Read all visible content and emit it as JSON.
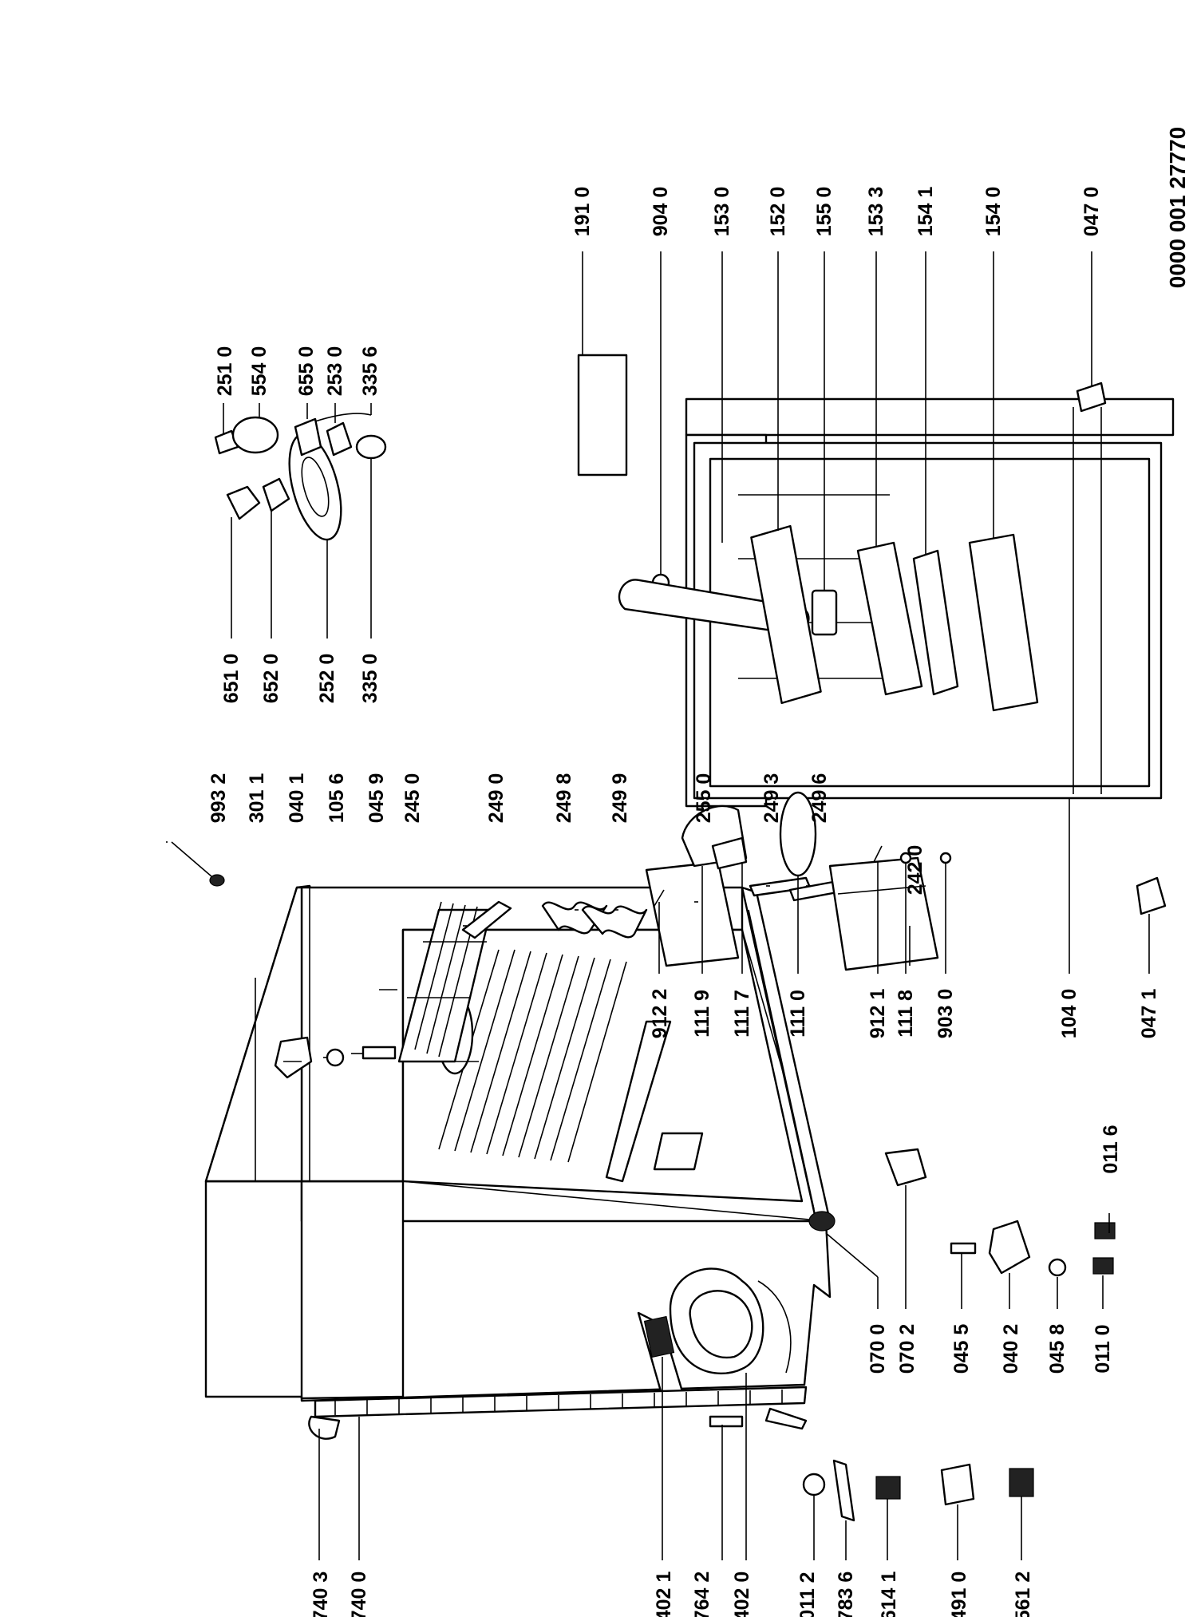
{
  "document_number": "0000 001 27770",
  "labels": [
    {
      "id": "p9932",
      "text": "993 2"
    },
    {
      "id": "p3011",
      "text": "301 1"
    },
    {
      "id": "p0401",
      "text": "040 1"
    },
    {
      "id": "p1056",
      "text": "105 6"
    },
    {
      "id": "p0459",
      "text": "045 9"
    },
    {
      "id": "p2450",
      "text": "245 0"
    },
    {
      "id": "p2490",
      "text": "249 0"
    },
    {
      "id": "p2498",
      "text": "249 8"
    },
    {
      "id": "p2499",
      "text": "249 9"
    },
    {
      "id": "p2550",
      "text": "255 0"
    },
    {
      "id": "p2493",
      "text": "249 3"
    },
    {
      "id": "p2496",
      "text": "249 6"
    },
    {
      "id": "p2420",
      "text": "242 0"
    },
    {
      "id": "p0116",
      "text": "011 6"
    },
    {
      "id": "p7403",
      "text": "740 3"
    },
    {
      "id": "p7400",
      "text": "740 0"
    },
    {
      "id": "p4021",
      "text": "402 1"
    },
    {
      "id": "p7642",
      "text": "764 2"
    },
    {
      "id": "p4020",
      "text": "402 0"
    },
    {
      "id": "p0112",
      "text": "011 2"
    },
    {
      "id": "p7836",
      "text": "783 6"
    },
    {
      "id": "p6141",
      "text": "614 1"
    },
    {
      "id": "p4910",
      "text": "491 0"
    },
    {
      "id": "p5612",
      "text": "561 2"
    },
    {
      "id": "p0700",
      "text": "070 0"
    },
    {
      "id": "p0702",
      "text": "070 2"
    },
    {
      "id": "p0455",
      "text": "045 5"
    },
    {
      "id": "p0402",
      "text": "040 2"
    },
    {
      "id": "p0458",
      "text": "045 8"
    },
    {
      "id": "p0110",
      "text": "011 0"
    },
    {
      "id": "p6510",
      "text": "651 0"
    },
    {
      "id": "p6520",
      "text": "652 0"
    },
    {
      "id": "p2520",
      "text": "252 0"
    },
    {
      "id": "p3350",
      "text": "335 0"
    },
    {
      "id": "p2510",
      "text": "251 0"
    },
    {
      "id": "p5540",
      "text": "554 0"
    },
    {
      "id": "p6550",
      "text": "655 0"
    },
    {
      "id": "p2530",
      "text": "253 0"
    },
    {
      "id": "p3356",
      "text": "335 6"
    },
    {
      "id": "p9122",
      "text": "912 2"
    },
    {
      "id": "p1119",
      "text": "111 9"
    },
    {
      "id": "p1117",
      "text": "111 7"
    },
    {
      "id": "p1110",
      "text": "111 0"
    },
    {
      "id": "p9121",
      "text": "912 1"
    },
    {
      "id": "p1118",
      "text": "111 8"
    },
    {
      "id": "p9030",
      "text": "903 0"
    },
    {
      "id": "p1040",
      "text": "104 0"
    },
    {
      "id": "p0471",
      "text": "047 1"
    },
    {
      "id": "p1910",
      "text": "191 0"
    },
    {
      "id": "p9040",
      "text": "904 0"
    },
    {
      "id": "p1530",
      "text": "153 0"
    },
    {
      "id": "p1520",
      "text": "152 0"
    },
    {
      "id": "p1550",
      "text": "155 0"
    },
    {
      "id": "p1533",
      "text": "153 3"
    },
    {
      "id": "p1541",
      "text": "154 1"
    },
    {
      "id": "p1540",
      "text": "154 0"
    },
    {
      "id": "p0470",
      "text": "047 0"
    }
  ]
}
